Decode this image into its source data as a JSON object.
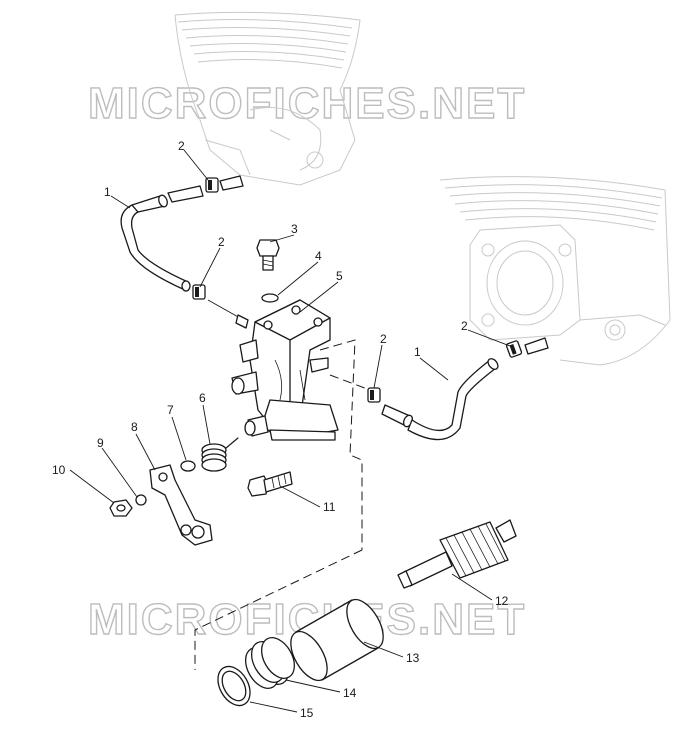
{
  "watermark": "MICROFICHES.NET",
  "callouts": [
    {
      "id": "c2a",
      "label": "2"
    },
    {
      "id": "c1a",
      "label": "1"
    },
    {
      "id": "c2b",
      "label": "2"
    },
    {
      "id": "c3",
      "label": "3"
    },
    {
      "id": "c4",
      "label": "4"
    },
    {
      "id": "c5",
      "label": "5"
    },
    {
      "id": "c2c",
      "label": "2"
    },
    {
      "id": "c1b",
      "label": "1"
    },
    {
      "id": "c2d",
      "label": "2"
    },
    {
      "id": "c6",
      "label": "6"
    },
    {
      "id": "c7",
      "label": "7"
    },
    {
      "id": "c8",
      "label": "8"
    },
    {
      "id": "c9",
      "label": "9"
    },
    {
      "id": "c10",
      "label": "10"
    },
    {
      "id": "c11",
      "label": "11"
    },
    {
      "id": "c12",
      "label": "12"
    },
    {
      "id": "c13",
      "label": "13"
    },
    {
      "id": "c14",
      "label": "14"
    },
    {
      "id": "c15",
      "label": "15"
    }
  ]
}
